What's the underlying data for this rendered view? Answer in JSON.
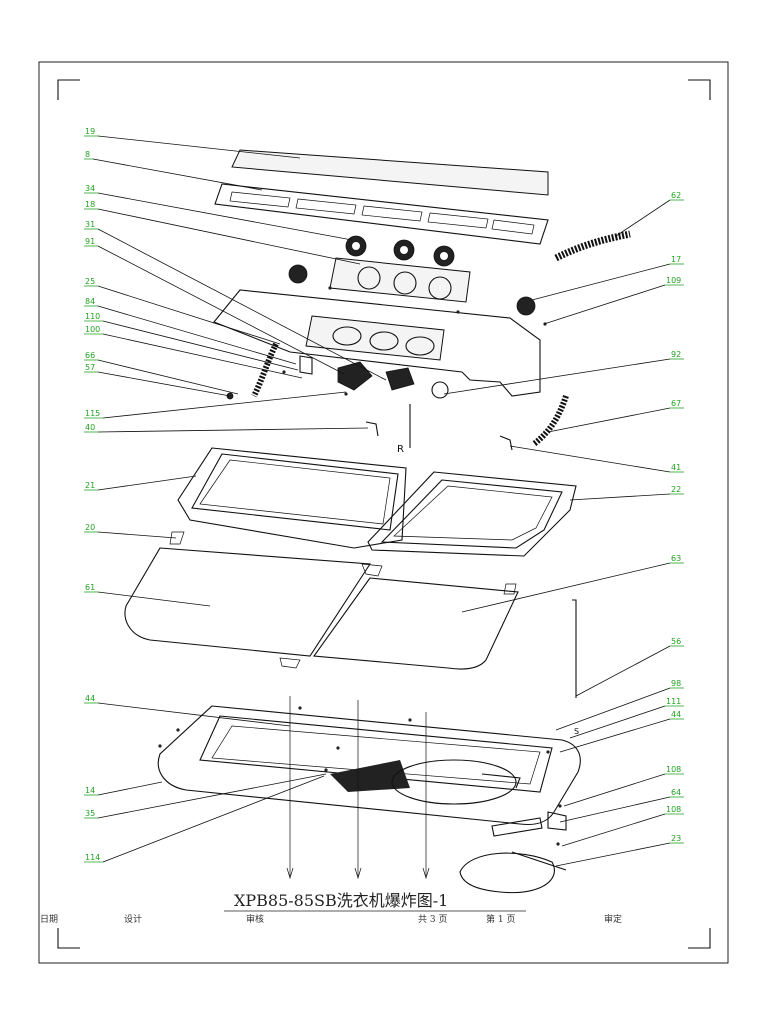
{
  "drawing": {
    "title": "XPB85-85SB洗衣机爆炸图-1",
    "marker_r": "R",
    "marker_s": "S"
  },
  "footer": {
    "date_label": "日期",
    "design_label": "设计",
    "review_label": "审核",
    "pages_total": "共 3 页",
    "page_current": "第 1 页",
    "approve_label": "审定"
  },
  "callouts": [
    {
      "id": "19"
    },
    {
      "id": "8"
    },
    {
      "id": "34"
    },
    {
      "id": "18"
    },
    {
      "id": "31"
    },
    {
      "id": "91"
    },
    {
      "id": "25"
    },
    {
      "id": "84"
    },
    {
      "id": "110"
    },
    {
      "id": "100"
    },
    {
      "id": "66"
    },
    {
      "id": "57"
    },
    {
      "id": "115"
    },
    {
      "id": "40"
    },
    {
      "id": "21"
    },
    {
      "id": "20"
    },
    {
      "id": "61"
    },
    {
      "id": "44"
    },
    {
      "id": "14"
    },
    {
      "id": "35"
    },
    {
      "id": "114"
    },
    {
      "id": "62"
    },
    {
      "id": "17"
    },
    {
      "id": "109"
    },
    {
      "id": "92"
    },
    {
      "id": "67"
    },
    {
      "id": "41"
    },
    {
      "id": "22"
    },
    {
      "id": "63"
    },
    {
      "id": "56"
    },
    {
      "id": "98"
    },
    {
      "id": "111"
    },
    {
      "id": "44"
    },
    {
      "id": "108"
    },
    {
      "id": "64"
    },
    {
      "id": "108"
    },
    {
      "id": "23"
    }
  ]
}
